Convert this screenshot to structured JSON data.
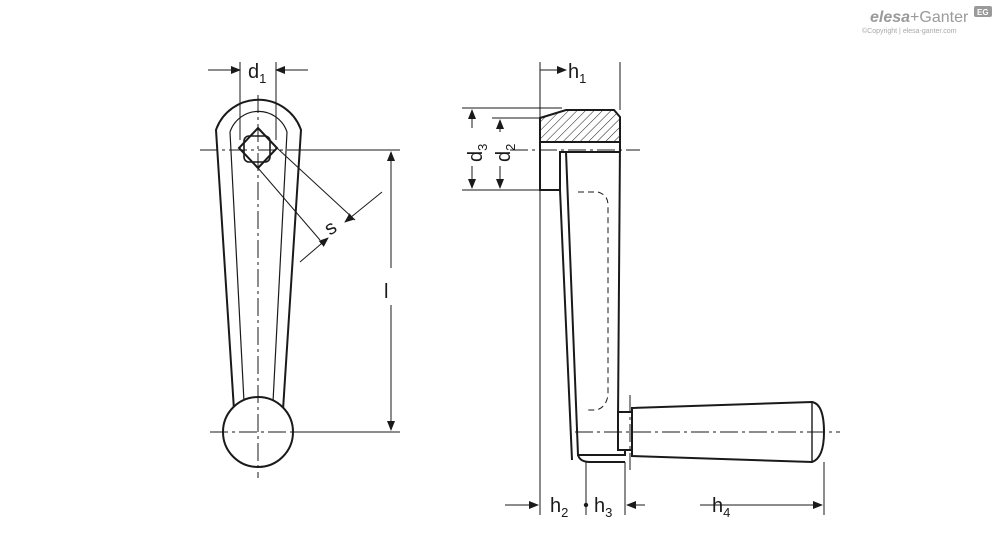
{
  "logo": {
    "brand": "elesa",
    "plus": "+",
    "partner": "Ganter",
    "badge": "EG",
    "copyright": "©Copyright | elesa-ganter.com"
  },
  "dimensions": {
    "d1": {
      "base": "d",
      "sub": "1"
    },
    "s": {
      "base": "s"
    },
    "l": {
      "base": "l"
    },
    "h1": {
      "base": "h",
      "sub": "1"
    },
    "d3": {
      "base": "d",
      "sub": "3"
    },
    "d2": {
      "base": "d",
      "sub": "2"
    },
    "h2": {
      "base": "h",
      "sub": "2"
    },
    "h3": {
      "base": "h",
      "sub": "3"
    },
    "h4": {
      "base": "h",
      "sub": "4"
    }
  },
  "colors": {
    "stroke": "#1a1a1a",
    "logo": "#9a9a9a"
  }
}
